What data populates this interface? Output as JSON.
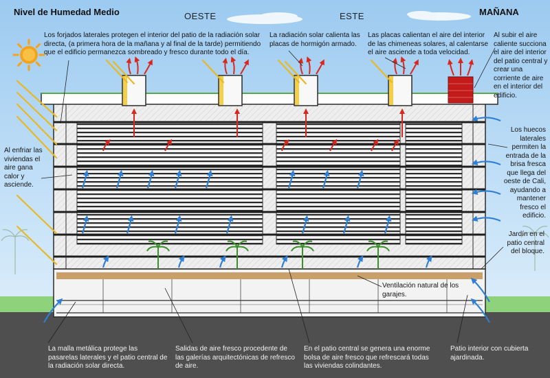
{
  "header": {
    "title": "Nivel de Humedad Medio",
    "west": "OESTE",
    "east": "ESTE",
    "time_of_day": "MAÑANA"
  },
  "annotations": {
    "side_slabs": "Los forjados laterales protegen el interior del patio de la radiación solar directa, (a primera hora de la mañana y al final de la tarde) permitiendo que el edificio permanezca sombreado y fresco durante todo el día.",
    "solar_radiation": "La radiación solar calienta las placas de hormigón armado.",
    "plates_heat": "Las placas calientan el aire del interior de las chimeneas solares, al calentarse el aire asciende a toda velocidad.",
    "rising_air": "Al subir el aire caliente succiona el aire del interior del patio central y crear una corriente de aire en el interior del edificio.",
    "cooling_dwellings": "Al enfriar las viviendas el aire gana calor y asciende.",
    "side_openings": "Los huecos laterales permiten la entrada de la brisa fresca que llega del oeste de Cali, ayudando a mantener fresco el edificio.",
    "garden": "Jardín en el patio central del bloque.",
    "garage_ventilation": "Ventilación natural de los garajes.",
    "metal_mesh": "La malla metálica protege las pasarelas laterales y el patio central de la radiación solar directa.",
    "fresh_air_outlets": "Salidas de aire fresco procedente de las galerías arquitectónicas de refresco de aire.",
    "central_patio": "En el patio central se genera una enorme bolsa de aire fresco que refrescará todas las viviendas colindantes.",
    "interior_patio": "Patio interior con cubierta ajardinada."
  },
  "colors": {
    "sun": "#f4a31c",
    "hot_arrow": "#d8281e",
    "cool_arrow": "#2f7fd4",
    "sun_ray": "#e8b825",
    "chimney_red": "#c41a1a",
    "ground_dark": "#4f4f4f",
    "garden_strip": "#c9a06a"
  }
}
